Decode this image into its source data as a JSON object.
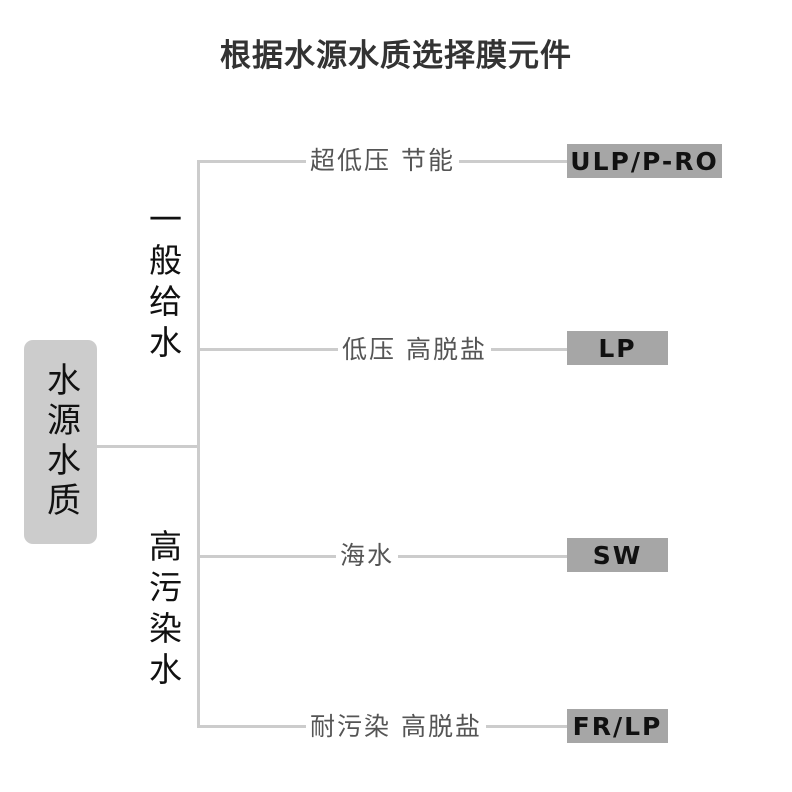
{
  "title": "根据水源水质选择膜元件",
  "root": {
    "label": "水源水质"
  },
  "branches": [
    {
      "label": "一般给水",
      "leaves": [
        {
          "description": "超低压 节能",
          "code": "ULP/P-RO"
        },
        {
          "description": "低压 高脱盐",
          "code": "LP"
        }
      ]
    },
    {
      "label": "高污染水",
      "leaves": [
        {
          "description": "海水",
          "code": "SW"
        },
        {
          "description": "耐污染 高脱盐",
          "code": "FR/LP"
        }
      ]
    }
  ],
  "colors": {
    "connector": "#cccccc",
    "root_box": "#cccccc",
    "code_box": "#a6a6a6",
    "title_text": "#333333",
    "leaf_text": "#555555"
  }
}
